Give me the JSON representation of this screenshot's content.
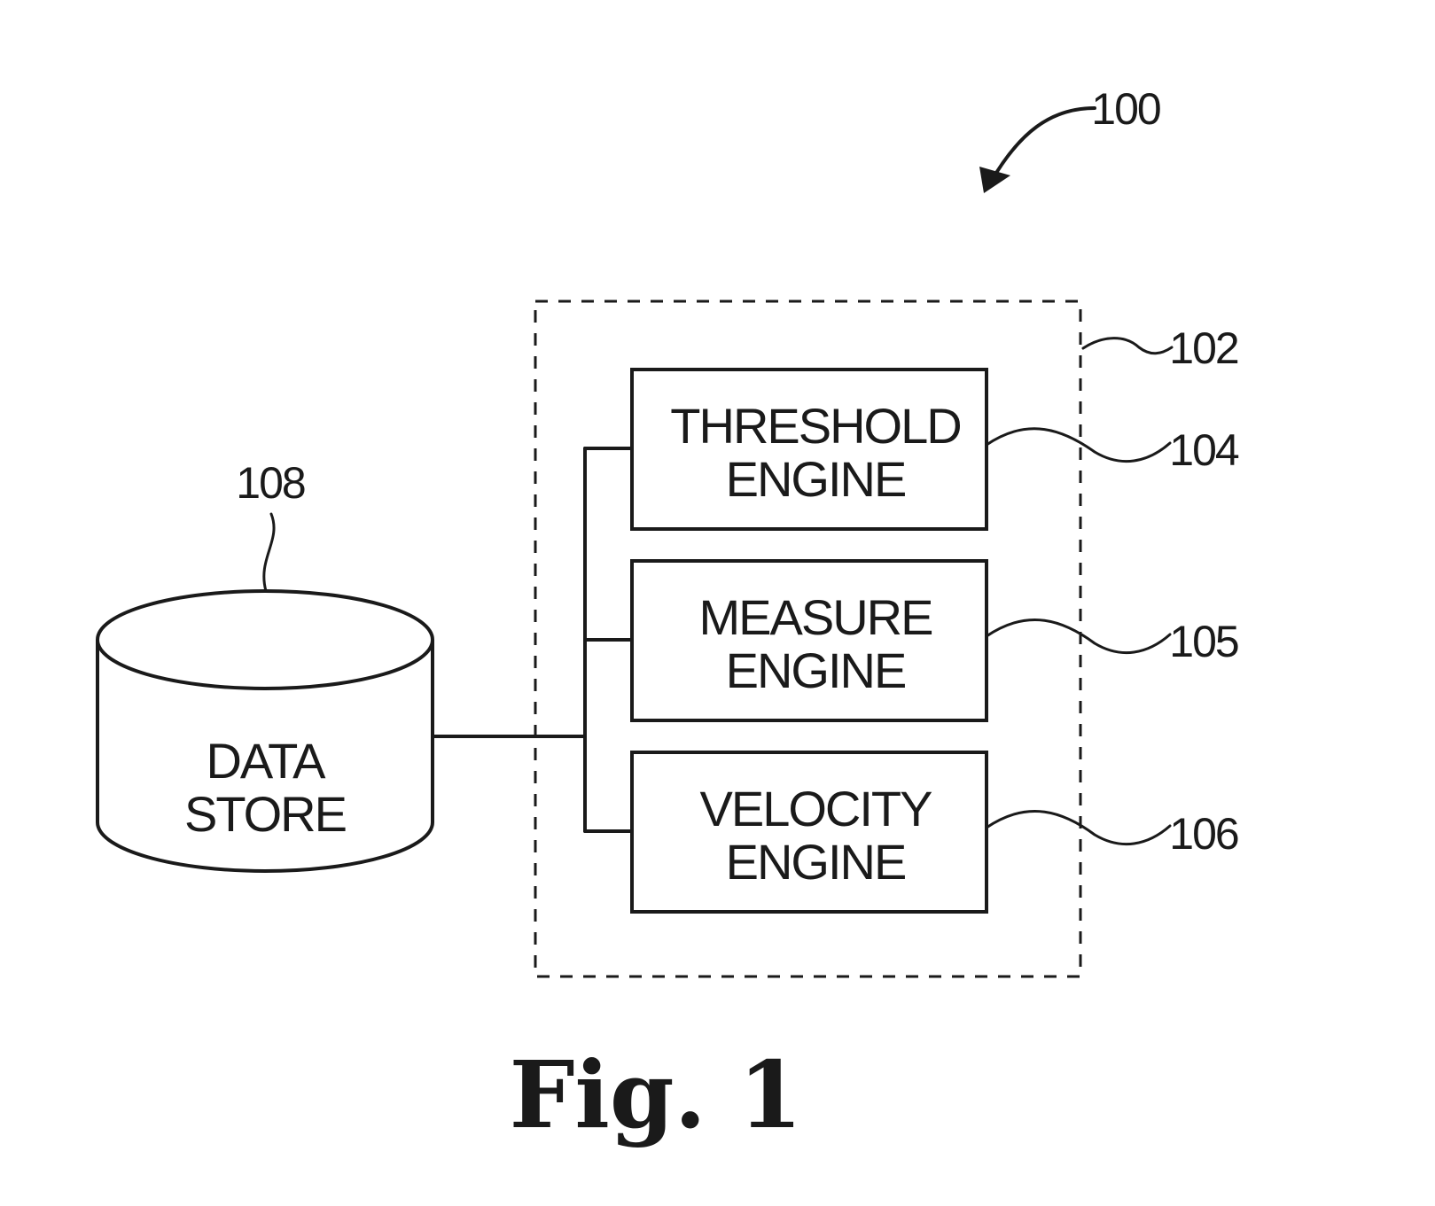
{
  "diagram": {
    "system_ref": "100",
    "container_ref": "102",
    "engines": [
      {
        "line1": "THRESHOLD",
        "line2": "ENGINE",
        "ref": "104"
      },
      {
        "line1": "MEASURE",
        "line2": "ENGINE",
        "ref": "105"
      },
      {
        "line1": "VELOCITY",
        "line2": "ENGINE",
        "ref": "106"
      }
    ],
    "data_store": {
      "line1": "DATA",
      "line2": "STORE",
      "ref": "108"
    },
    "figure_caption": "Fig. 1"
  }
}
